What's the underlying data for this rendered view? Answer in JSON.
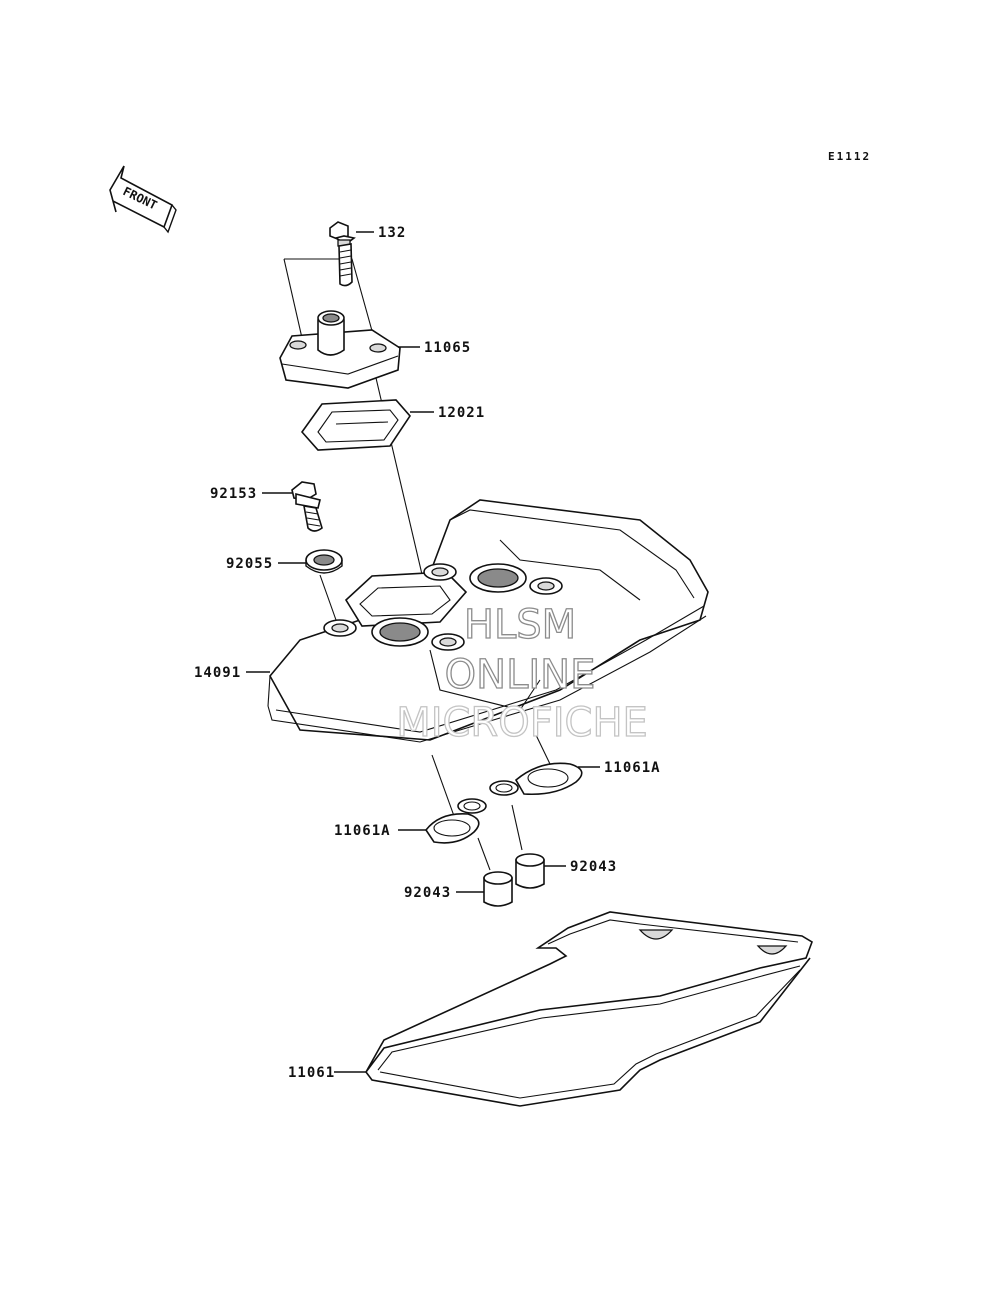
{
  "diagram": {
    "code": "E1112",
    "front_label": "FRONT",
    "parts": [
      {
        "id": "132"
      },
      {
        "id": "11065"
      },
      {
        "id": "12021"
      },
      {
        "id": "92153"
      },
      {
        "id": "92055"
      },
      {
        "id": "14091"
      },
      {
        "id": "11061A"
      },
      {
        "id": "11061A"
      },
      {
        "id": "92043"
      },
      {
        "id": "92043"
      },
      {
        "id": "11061"
      }
    ],
    "watermark": [
      "HLSM",
      "ONLINE",
      "MICROFICHE"
    ]
  }
}
